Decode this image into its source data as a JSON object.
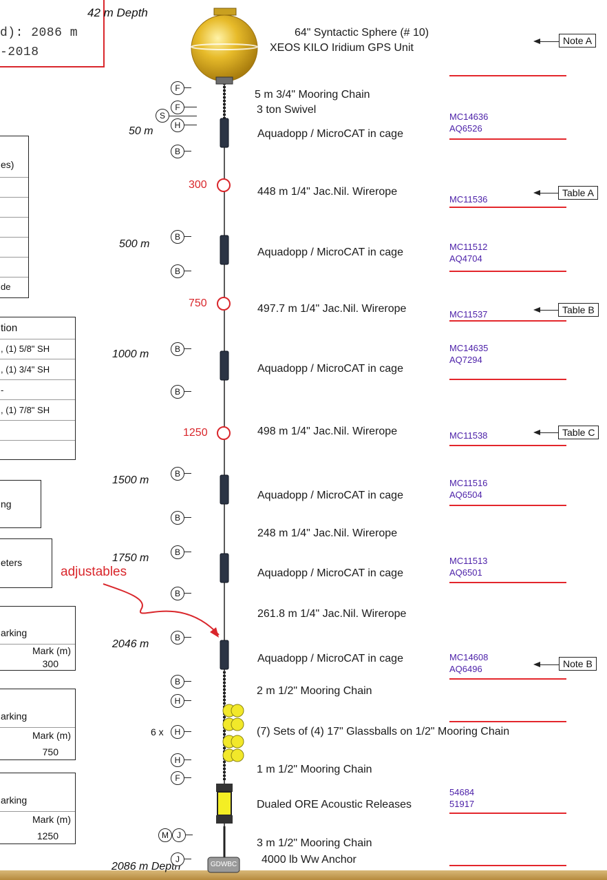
{
  "header": {
    "top_depth": "42 m Depth",
    "bottom_depth": "2086 m Depth",
    "infobox_line1": "d): 2086 m",
    "infobox_line2": "-2018"
  },
  "components": [
    {
      "id": "sphere",
      "text": "64\" Syntactic Sphere (# 10)"
    },
    {
      "id": "xeos",
      "text": "XEOS KILO Iridium GPS Unit"
    },
    {
      "id": "chain1",
      "text": "5 m  3/4\" Mooring Chain"
    },
    {
      "id": "swivel",
      "text": "3 ton Swivel"
    },
    {
      "id": "inst1",
      "text": "Aquadopp / MicroCAT in cage"
    },
    {
      "id": "wire1",
      "text": "448 m 1/4\" Jac.Nil. Wirerope"
    },
    {
      "id": "inst2",
      "text": "Aquadopp / MicroCAT in cage"
    },
    {
      "id": "wire2",
      "text": "497.7 m 1/4\" Jac.Nil. Wirerope"
    },
    {
      "id": "inst3",
      "text": "Aquadopp / MicroCAT in cage"
    },
    {
      "id": "wire3",
      "text": "498 m 1/4\" Jac.Nil. Wirerope"
    },
    {
      "id": "inst4",
      "text": "Aquadopp / MicroCAT in cage"
    },
    {
      "id": "wire4",
      "text": "248 m 1/4\" Jac.Nil. Wirerope"
    },
    {
      "id": "inst5",
      "text": "Aquadopp / MicroCAT in cage"
    },
    {
      "id": "wire5",
      "text": "261.8 m 1/4\" Jac.Nil. Wirerope"
    },
    {
      "id": "inst6",
      "text": "Aquadopp / MicroCAT in cage"
    },
    {
      "id": "chain2",
      "text": "2 m  1/2\" Mooring Chain"
    },
    {
      "id": "glass",
      "text": "(7) Sets of (4) 17\" Glassballs on 1/2\" Mooring Chain"
    },
    {
      "id": "chain3",
      "text": "1 m  1/2\" Mooring Chain"
    },
    {
      "id": "releases",
      "text": "Dualed ORE Acoustic Releases"
    },
    {
      "id": "chain4",
      "text": "3 m  1/2\" Mooring Chain"
    },
    {
      "id": "anchor",
      "text": "4000 lb Ww  Anchor"
    }
  ],
  "serials": {
    "inst1": [
      "MC14636",
      "AQ6526"
    ],
    "wire1": [
      "MC11536"
    ],
    "inst2": [
      "MC11512",
      "AQ4704"
    ],
    "wire2": [
      "MC11537"
    ],
    "inst3": [
      "MC14635",
      "AQ7294"
    ],
    "wire3": [
      "MC11538"
    ],
    "inst4": [
      "MC11516",
      "AQ6504"
    ],
    "inst5": [
      "MC11513",
      "AQ6501"
    ],
    "inst6": [
      "MC14608",
      "AQ6496"
    ],
    "releases": [
      "54684",
      "51917"
    ]
  },
  "depths": [
    "50 m",
    "500 m",
    "1000 m",
    "1500 m",
    "1750 m",
    "2046 m"
  ],
  "marks": [
    "300",
    "750",
    "1250"
  ],
  "notes": {
    "a": "Note A",
    "b": "Note B",
    "table_a": "Table A",
    "table_b": "Table B",
    "table_c": "Table C"
  },
  "adjustables": "adjustables",
  "anchor_label": "GDWBC",
  "glassball_multiplier": "6 x",
  "hardware_letters": {
    "f": "F",
    "s": "S",
    "h": "H",
    "b": "B",
    "m": "M",
    "j": "J"
  },
  "left_tables": {
    "table1_header": "es)",
    "table1_last": "de",
    "table2_header": "tion",
    "table2_rows": [
      ", (1) 5/8\" SH",
      ", (1) 3/4\" SH",
      "-",
      ", (1) 7/8\" SH",
      "",
      ""
    ],
    "box3": "ng",
    "box4": "eters",
    "marking_tables": [
      {
        "title": "arking",
        "col": "Mark (m)",
        "value": "300"
      },
      {
        "title": "arking",
        "col": "Mark (m)",
        "value": "750"
      },
      {
        "title": "arking",
        "col": "Mark (m)",
        "value": "1250"
      }
    ]
  },
  "colors": {
    "red": "#e3262b",
    "serial": "#4b1fa8",
    "sphere": "#e0b420",
    "glassball": "#f2e82a",
    "seabed": "#c9a35a"
  }
}
